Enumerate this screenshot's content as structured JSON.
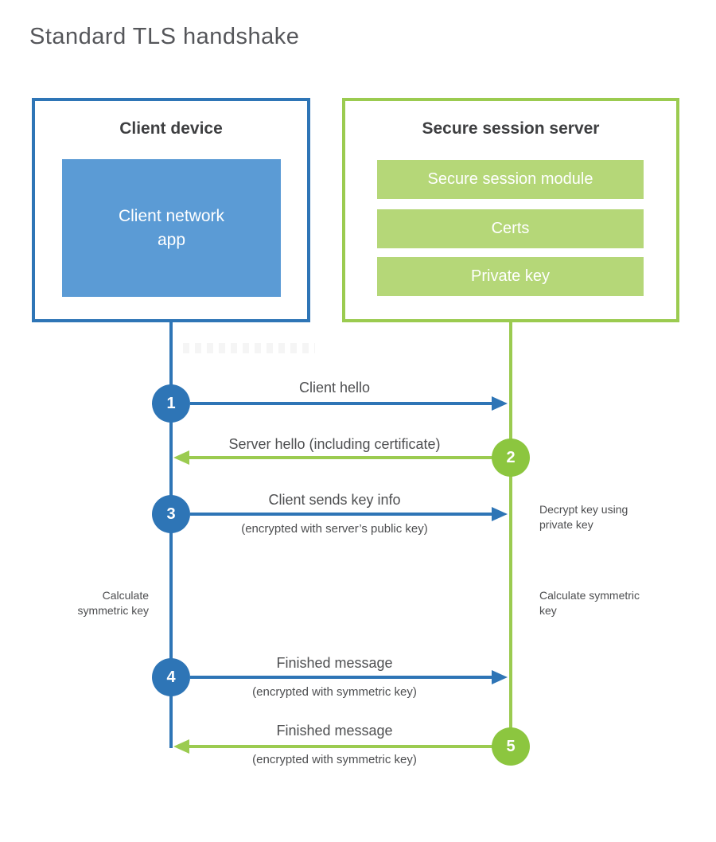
{
  "title": "Standard TLS handshake",
  "client": {
    "header": "Client device",
    "app": "Client network app"
  },
  "server": {
    "header": "Secure session server",
    "modules": [
      "Secure session module",
      "Certs",
      "Private key"
    ]
  },
  "steps": [
    {
      "num": "1",
      "label": "Client hello",
      "from": "client",
      "to": "server"
    },
    {
      "num": "2",
      "label": "Server hello (including certificate)",
      "from": "server",
      "to": "client"
    },
    {
      "num": "3",
      "label": "Client sends key info",
      "sub": "(encrypted with server’s public key)",
      "from": "client",
      "to": "server"
    },
    {
      "num": "4",
      "label": "Finished message",
      "sub": "(encrypted with symmetric key)",
      "from": "client",
      "to": "server"
    },
    {
      "num": "5",
      "label": "Finished message",
      "sub": "(encrypted with symmetric key)",
      "from": "server",
      "to": "client"
    }
  ],
  "notes": {
    "decrypt": "Decrypt key using private key",
    "calc_client": "Calculate symmetric key",
    "calc_server": "Calculate symmetric key"
  },
  "colors": {
    "blue_accent": "#2e75b6",
    "blue_fill": "#5b9bd5",
    "green_accent": "#9bcb50",
    "green_circle": "#8cc63f",
    "green_fill": "#b5d778",
    "title_text": "#55565a",
    "heading_text": "#3e3f41",
    "label_text": "#4e4f51"
  }
}
